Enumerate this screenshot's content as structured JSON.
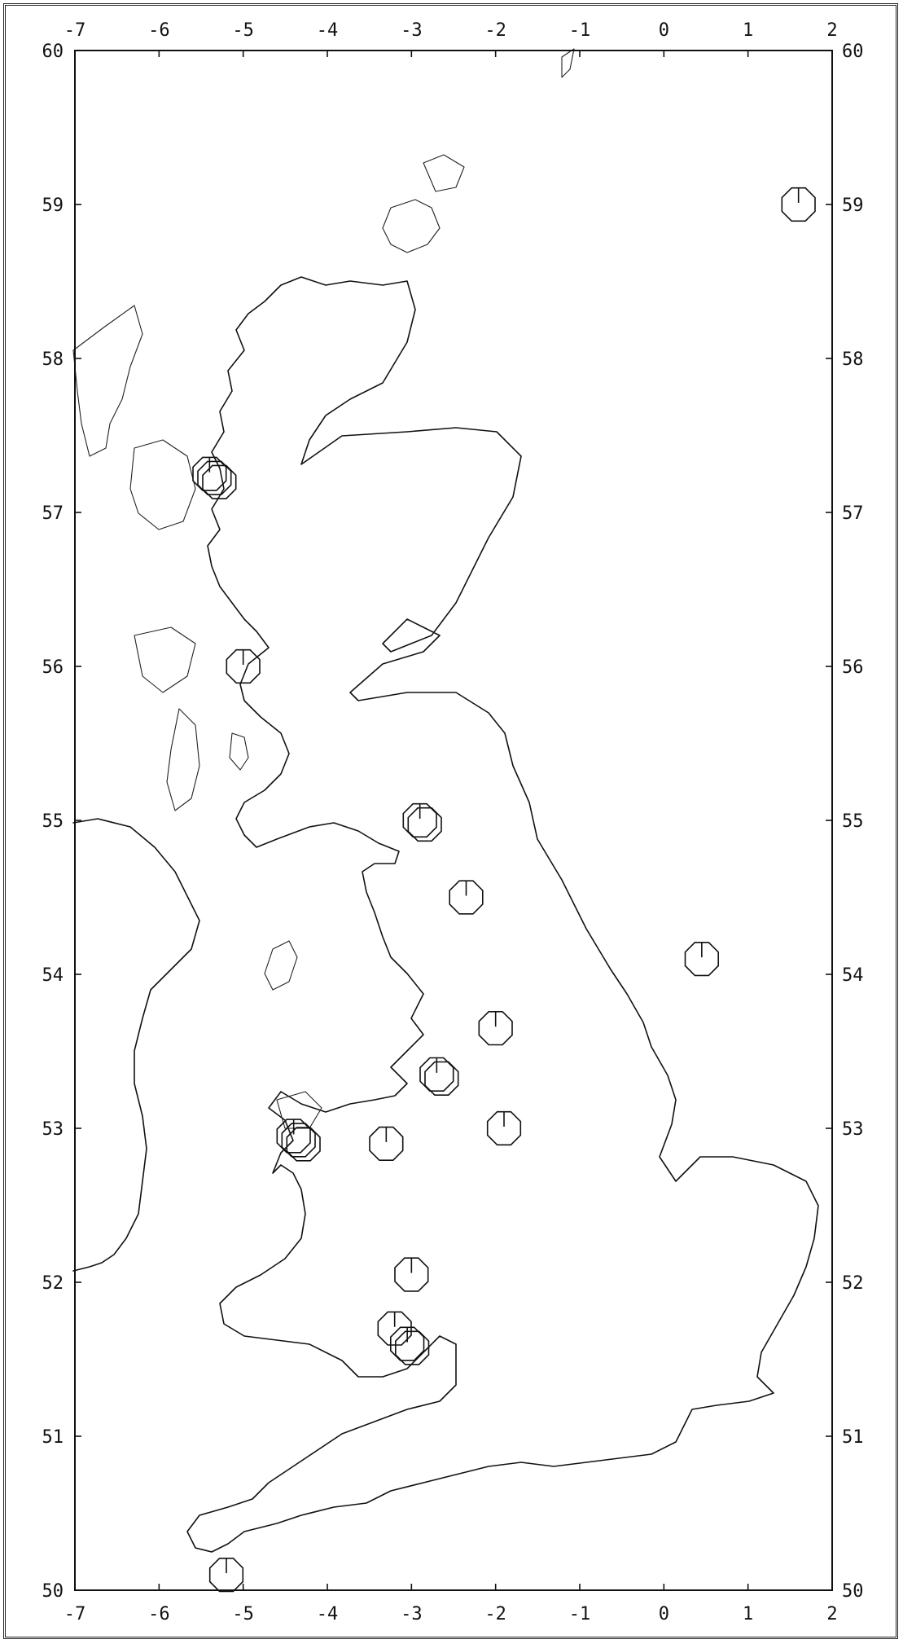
{
  "map": {
    "lon_range": [
      -7,
      2
    ],
    "lat_range": [
      50,
      60
    ],
    "lon_ticks": [
      -7,
      -6,
      -5,
      -4,
      -3,
      -2,
      -1,
      0,
      1,
      2
    ],
    "lat_ticks": [
      50,
      51,
      52,
      53,
      54,
      55,
      56,
      57,
      58,
      59,
      60
    ],
    "lon_labels_top": [
      "-7",
      "-6",
      "-5",
      "-4",
      "-3",
      "-2",
      "-1",
      "0",
      "1",
      "2"
    ],
    "lon_labels_bottom": [
      "-7",
      "-6",
      "-5",
      "-4",
      "-3",
      "-2",
      "-1",
      "0",
      "1",
      "2"
    ],
    "lat_labels_left": [
      "50",
      "51",
      "52",
      "53",
      "54",
      "55",
      "56",
      "57",
      "58",
      "59",
      "60"
    ],
    "lat_labels_right": [
      "50",
      "51",
      "52",
      "53",
      "54",
      "55",
      "56",
      "57",
      "58",
      "59",
      "60"
    ],
    "stations": [
      {
        "lon": 1.6,
        "lat": 59.0,
        "rings": 1
      },
      {
        "lon": -5.4,
        "lat": 57.25,
        "rings": 3
      },
      {
        "lon": -5.0,
        "lat": 56.0,
        "rings": 1
      },
      {
        "lon": -2.9,
        "lat": 55.0,
        "rings": 2
      },
      {
        "lon": -2.35,
        "lat": 54.5,
        "rings": 1
      },
      {
        "lon": 0.45,
        "lat": 54.1,
        "rings": 1
      },
      {
        "lon": -2.0,
        "lat": 53.65,
        "rings": 1
      },
      {
        "lon": -2.7,
        "lat": 53.35,
        "rings": 2
      },
      {
        "lon": -1.9,
        "lat": 53.0,
        "rings": 1
      },
      {
        "lon": -3.3,
        "lat": 52.9,
        "rings": 1
      },
      {
        "lon": -4.4,
        "lat": 52.95,
        "rings": 3
      },
      {
        "lon": -3.0,
        "lat": 52.05,
        "rings": 1
      },
      {
        "lon": -3.2,
        "lat": 51.7,
        "rings": 1
      },
      {
        "lon": -3.05,
        "lat": 51.6,
        "rings": 2
      },
      {
        "lon": -5.2,
        "lat": 50.1,
        "rings": 1
      }
    ]
  }
}
